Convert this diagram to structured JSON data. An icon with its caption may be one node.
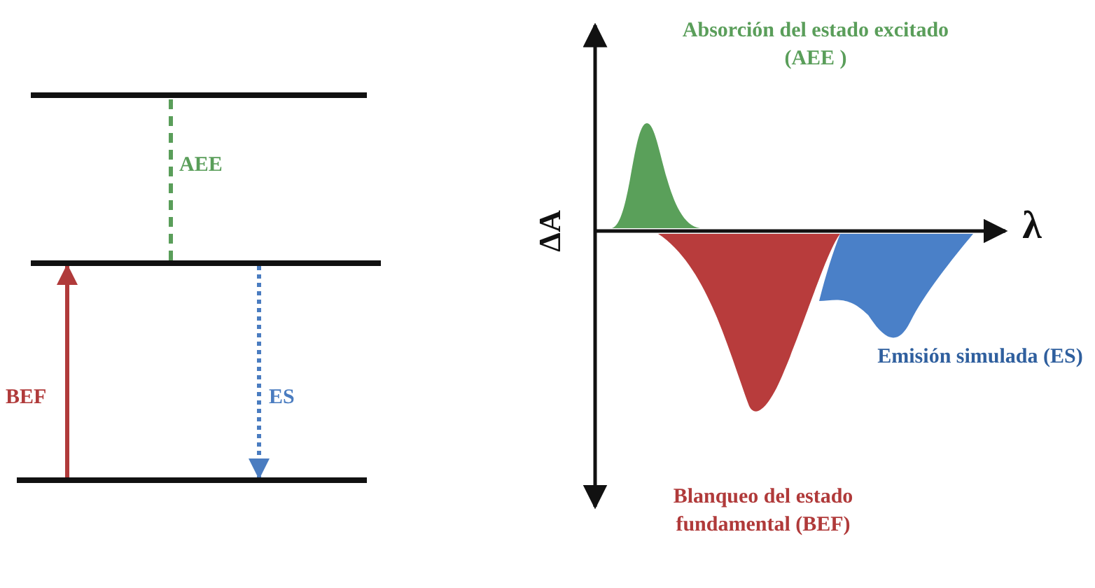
{
  "diagram": {
    "nodes": [
      {
        "text": [],
        "shape": "bar"
      },
      {
        "text": [],
        "shape": "bar"
      },
      {
        "text": [],
        "shape": "bar"
      }
    ],
    "edges": [
      {
        "from": 1,
        "to": 0,
        "arrow": "none",
        "label": "AEE",
        "style": "dashed",
        "color": "#5a9e5a"
      },
      {
        "from": 2,
        "to": 1,
        "arrow": "to",
        "label": "BEF",
        "color": "#b03a3a"
      },
      {
        "from": 1,
        "to": 2,
        "arrow": "to",
        "label": "ES",
        "style": "dashed",
        "color": "#4a7cc0"
      }
    ],
    "labels": [
      "Absorción del estado excitado (AEE )",
      "ΔA",
      "λ",
      "Emisión simulada (ES)",
      "Blanqueo del estado fundamental (BEF)"
    ]
  }
}
